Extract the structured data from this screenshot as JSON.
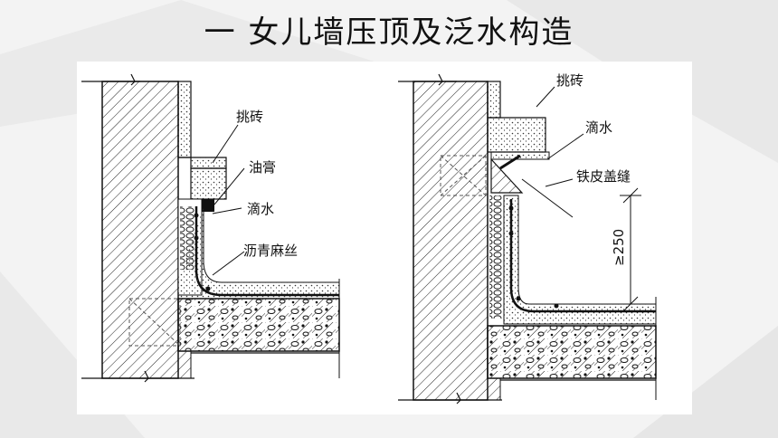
{
  "slide": {
    "title": "一  女儿墙压顶及泛水构造"
  },
  "left_diagram": {
    "labels": {
      "overhang_brick": "挑砖",
      "oil_paste": "油膏",
      "drip": "滴水",
      "asphalt_hemp": "沥青麻丝"
    }
  },
  "right_diagram": {
    "labels": {
      "overhang_brick": "挑砖",
      "drip": "滴水",
      "iron_cover": "铁皮盖缝",
      "height_dim": "≥250"
    }
  },
  "colors": {
    "background": "#f3f3f3",
    "figure": "#ffffff",
    "ink": "#111111"
  }
}
